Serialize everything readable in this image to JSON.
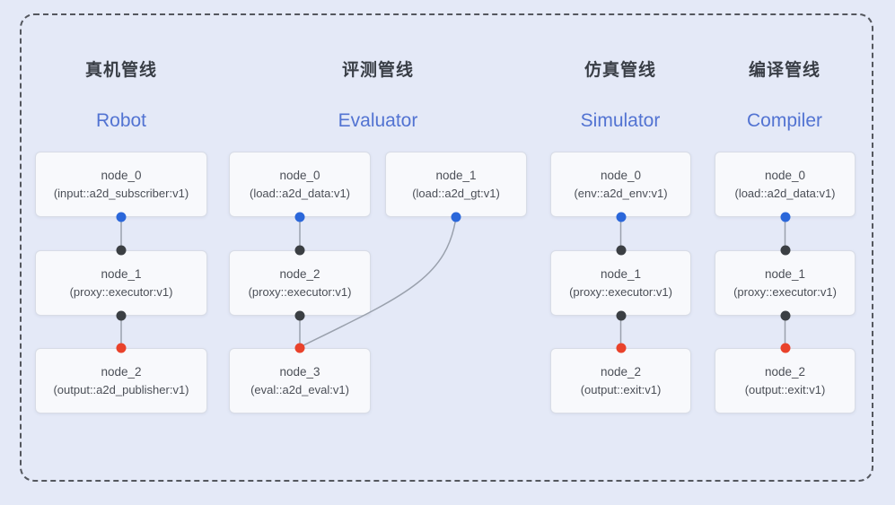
{
  "frame": {
    "border_color": "#54575E",
    "background": "#E4E9F7"
  },
  "colors": {
    "title": "#393E46",
    "subtitle": "#5273D2",
    "edge": "#9AA1AD",
    "node_bg": "#F8F9FC",
    "node_border": "#D8DCE6",
    "ports": {
      "blue": "#2B67DA",
      "black": "#3B3F43",
      "red": "#E9422B"
    }
  },
  "pipelines": [
    {
      "id": "robot",
      "title": "真机管线",
      "subtitle": "Robot",
      "nodes": [
        {
          "id": "node_0",
          "label": "node_0",
          "detail": "(input::a2d_subscriber:v1)",
          "row": 0,
          "col": 0,
          "ports": {
            "bottom": "blue"
          }
        },
        {
          "id": "node_1",
          "label": "node_1",
          "detail": "(proxy::executor:v1)",
          "row": 1,
          "col": 0,
          "ports": {
            "top": "black",
            "bottom": "black"
          }
        },
        {
          "id": "node_2",
          "label": "node_2",
          "detail": "(output::a2d_publisher:v1)",
          "row": 2,
          "col": 0,
          "ports": {
            "top": "red"
          }
        }
      ],
      "edges": [
        {
          "from": "node_0",
          "to": "node_1",
          "style": "straight"
        },
        {
          "from": "node_1",
          "to": "node_2",
          "style": "straight"
        }
      ]
    },
    {
      "id": "evaluator",
      "title": "评测管线",
      "subtitle": "Evaluator",
      "nodes": [
        {
          "id": "node_0",
          "label": "node_0",
          "detail": "(load::a2d_data:v1)",
          "row": 0,
          "col": 0,
          "ports": {
            "bottom": "blue"
          }
        },
        {
          "id": "node_1",
          "label": "node_1",
          "detail": "(load::a2d_gt:v1)",
          "row": 0,
          "col": 1,
          "ports": {
            "bottom": "blue"
          }
        },
        {
          "id": "node_2",
          "label": "node_2",
          "detail": "(proxy::executor:v1)",
          "row": 1,
          "col": 0,
          "ports": {
            "top": "black",
            "bottom": "black"
          }
        },
        {
          "id": "node_3",
          "label": "node_3",
          "detail": "(eval::a2d_eval:v1)",
          "row": 2,
          "col": 0,
          "ports": {
            "top": "red"
          }
        }
      ],
      "edges": [
        {
          "from": "node_0",
          "to": "node_2",
          "style": "straight"
        },
        {
          "from": "node_2",
          "to": "node_3",
          "style": "straight"
        },
        {
          "from": "node_1",
          "to": "node_3",
          "style": "curved"
        }
      ]
    },
    {
      "id": "simulator",
      "title": "仿真管线",
      "subtitle": "Simulator",
      "nodes": [
        {
          "id": "node_0",
          "label": "node_0",
          "detail": "(env::a2d_env:v1)",
          "row": 0,
          "col": 0,
          "ports": {
            "bottom": "blue"
          }
        },
        {
          "id": "node_1",
          "label": "node_1",
          "detail": "(proxy::executor:v1)",
          "row": 1,
          "col": 0,
          "ports": {
            "top": "black",
            "bottom": "black"
          }
        },
        {
          "id": "node_2",
          "label": "node_2",
          "detail": "(output::exit:v1)",
          "row": 2,
          "col": 0,
          "ports": {
            "top": "red"
          }
        }
      ],
      "edges": [
        {
          "from": "node_0",
          "to": "node_1",
          "style": "straight"
        },
        {
          "from": "node_1",
          "to": "node_2",
          "style": "straight"
        }
      ]
    },
    {
      "id": "compiler",
      "title": "编译管线",
      "subtitle": "Compiler",
      "nodes": [
        {
          "id": "node_0",
          "label": "node_0",
          "detail": "(load::a2d_data:v1)",
          "row": 0,
          "col": 0,
          "ports": {
            "bottom": "blue"
          }
        },
        {
          "id": "node_1",
          "label": "node_1",
          "detail": "(proxy::executor:v1)",
          "row": 1,
          "col": 0,
          "ports": {
            "top": "black",
            "bottom": "black"
          }
        },
        {
          "id": "node_2",
          "label": "node_2",
          "detail": "(output::exit:v1)",
          "row": 2,
          "col": 0,
          "ports": {
            "top": "red"
          }
        }
      ],
      "edges": [
        {
          "from": "node_0",
          "to": "node_1",
          "style": "straight"
        },
        {
          "from": "node_1",
          "to": "node_2",
          "style": "straight"
        }
      ]
    }
  ]
}
